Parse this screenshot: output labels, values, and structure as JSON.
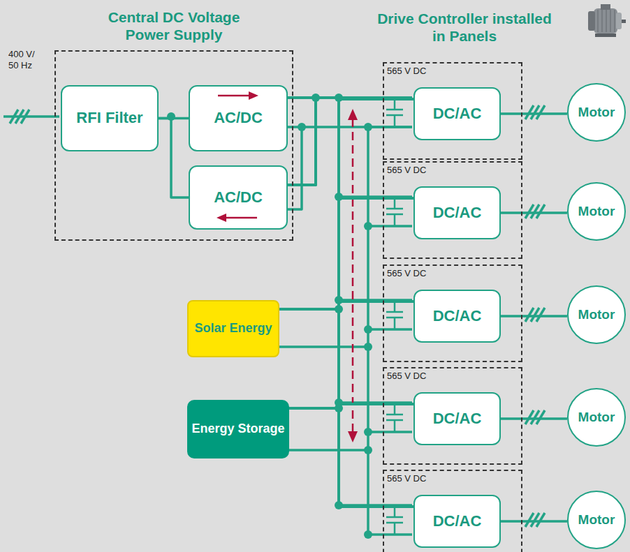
{
  "diagram": {
    "nodes": [
      {
        "text": [
          "Central DC Voltage Power Supply"
        ]
      },
      {
        "text": [
          "RFI Filter"
        ],
        "in": 0
      },
      {
        "text": [
          "AC/DC"
        ],
        "in": 0
      },
      {
        "text": [
          "AC/DC"
        ],
        "in": 0
      },
      {
        "text": [
          "565 V DC"
        ]
      },
      {
        "text": [
          "DC/AC"
        ],
        "in": 4
      },
      {
        "text": [
          "Motor"
        ]
      },
      {
        "text": [
          "565 V DC"
        ]
      },
      {
        "text": [
          "DC/AC"
        ],
        "in": 7
      },
      {
        "text": [
          "Motor"
        ]
      },
      {
        "text": [
          "565 V DC"
        ]
      },
      {
        "text": [
          "DC/AC"
        ],
        "in": 10
      },
      {
        "text": [
          "Motor"
        ]
      },
      {
        "text": [
          "565 V DC"
        ]
      },
      {
        "text": [
          "DC/AC"
        ],
        "in": 13
      },
      {
        "text": [
          "Motor"
        ]
      },
      {
        "text": [
          "565 V DC"
        ]
      },
      {
        "text": [
          "DC/AC"
        ],
        "in": 16
      },
      {
        "text": [
          "Motor"
        ]
      },
      {
        "text": [
          "Solar Energy"
        ]
      },
      {
        "text": [
          "Energy Storage"
        ]
      }
    ],
    "edges": [
      {
        "from": 1,
        "to": 2,
        "arrow": "none"
      },
      {
        "from": 1,
        "to": 3,
        "arrow": "none"
      },
      {
        "from": 5,
        "to": 6,
        "arrow": "none"
      },
      {
        "from": 8,
        "to": 9,
        "arrow": "none"
      },
      {
        "from": 11,
        "to": 12,
        "arrow": "none"
      },
      {
        "from": 14,
        "to": 15,
        "arrow": "none"
      },
      {
        "from": 17,
        "to": 18,
        "arrow": "none"
      },
      {
        "from": 2,
        "to": 5,
        "arrow": "none"
      },
      {
        "from": 2,
        "to": 8,
        "arrow": "none"
      },
      {
        "from": 2,
        "to": 11,
        "arrow": "none"
      },
      {
        "from": 2,
        "to": 14,
        "arrow": "none"
      },
      {
        "from": 2,
        "to": 17,
        "arrow": "none"
      },
      {
        "from": 3,
        "to": 5,
        "arrow": "none"
      },
      {
        "from": 3,
        "to": 8,
        "arrow": "none"
      },
      {
        "from": 3,
        "to": 11,
        "arrow": "none"
      },
      {
        "from": 3,
        "to": 14,
        "arrow": "none"
      },
      {
        "from": 3,
        "to": 17,
        "arrow": "none"
      },
      {
        "from": 19,
        "to": 5,
        "arrow": "none"
      },
      {
        "from": 19,
        "to": 8,
        "arrow": "none"
      },
      {
        "from": 19,
        "to": 11,
        "arrow": "none"
      },
      {
        "from": 19,
        "to": 14,
        "arrow": "none"
      },
      {
        "from": 19,
        "to": 17,
        "arrow": "none"
      },
      {
        "from": 20,
        "to": 5,
        "arrow": "none"
      },
      {
        "from": 20,
        "to": 8,
        "arrow": "none"
      },
      {
        "from": 20,
        "to": 11,
        "arrow": "none"
      },
      {
        "from": 20,
        "to": 14,
        "arrow": "none"
      },
      {
        "from": 20,
        "to": 17,
        "arrow": "none"
      }
    ],
    "labels": [
      "Drive Controller installed in Panels",
      "400 V/ 50 Hz"
    ]
  }
}
